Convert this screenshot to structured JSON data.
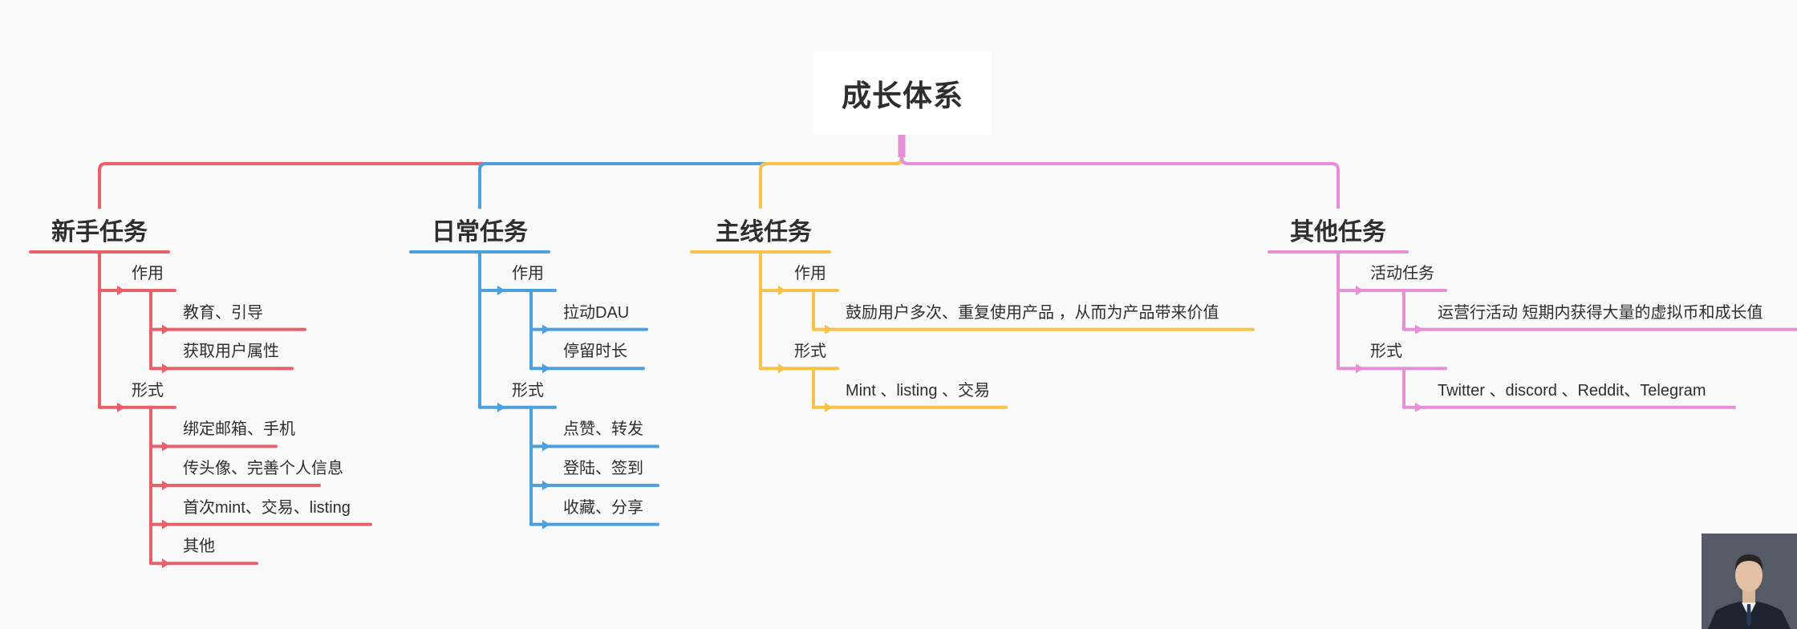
{
  "root": {
    "title": "成长体系"
  },
  "branches": [
    {
      "title": "新手任务",
      "color": "#e8606a",
      "groups": [
        {
          "label": "作用",
          "items": [
            "教育、引导",
            "获取用户属性"
          ]
        },
        {
          "label": "形式",
          "items": [
            "绑定邮箱、手机",
            "传头像、完善个人信息",
            "首次mint、交易、listing",
            "其他"
          ]
        }
      ]
    },
    {
      "title": "日常任务",
      "color": "#4ea0dd",
      "groups": [
        {
          "label": "作用",
          "items": [
            "拉动DAU",
            "停留时长"
          ]
        },
        {
          "label": "形式",
          "items": [
            "点赞、转发",
            "登陆、签到",
            "收藏、分享"
          ]
        }
      ]
    },
    {
      "title": "主线任务",
      "color": "#f6c24a",
      "groups": [
        {
          "label": "作用",
          "items": [
            "鼓励用户多次、重复使用产品 ，从而为产品带来价值"
          ]
        },
        {
          "label": "形式",
          "items": [
            "Mint 、listing 、交易"
          ]
        }
      ]
    },
    {
      "title": "其他任务",
      "color": "#e48fd6",
      "groups": [
        {
          "label": "活动任务",
          "items": [
            "运营行活动 短期内获得大量的虚拟币和成长值"
          ]
        },
        {
          "label": "形式",
          "items": [
            "Twitter 、discord 、Reddit、Telegram"
          ]
        }
      ]
    }
  ],
  "avatar_icon": "presenter-avatar"
}
